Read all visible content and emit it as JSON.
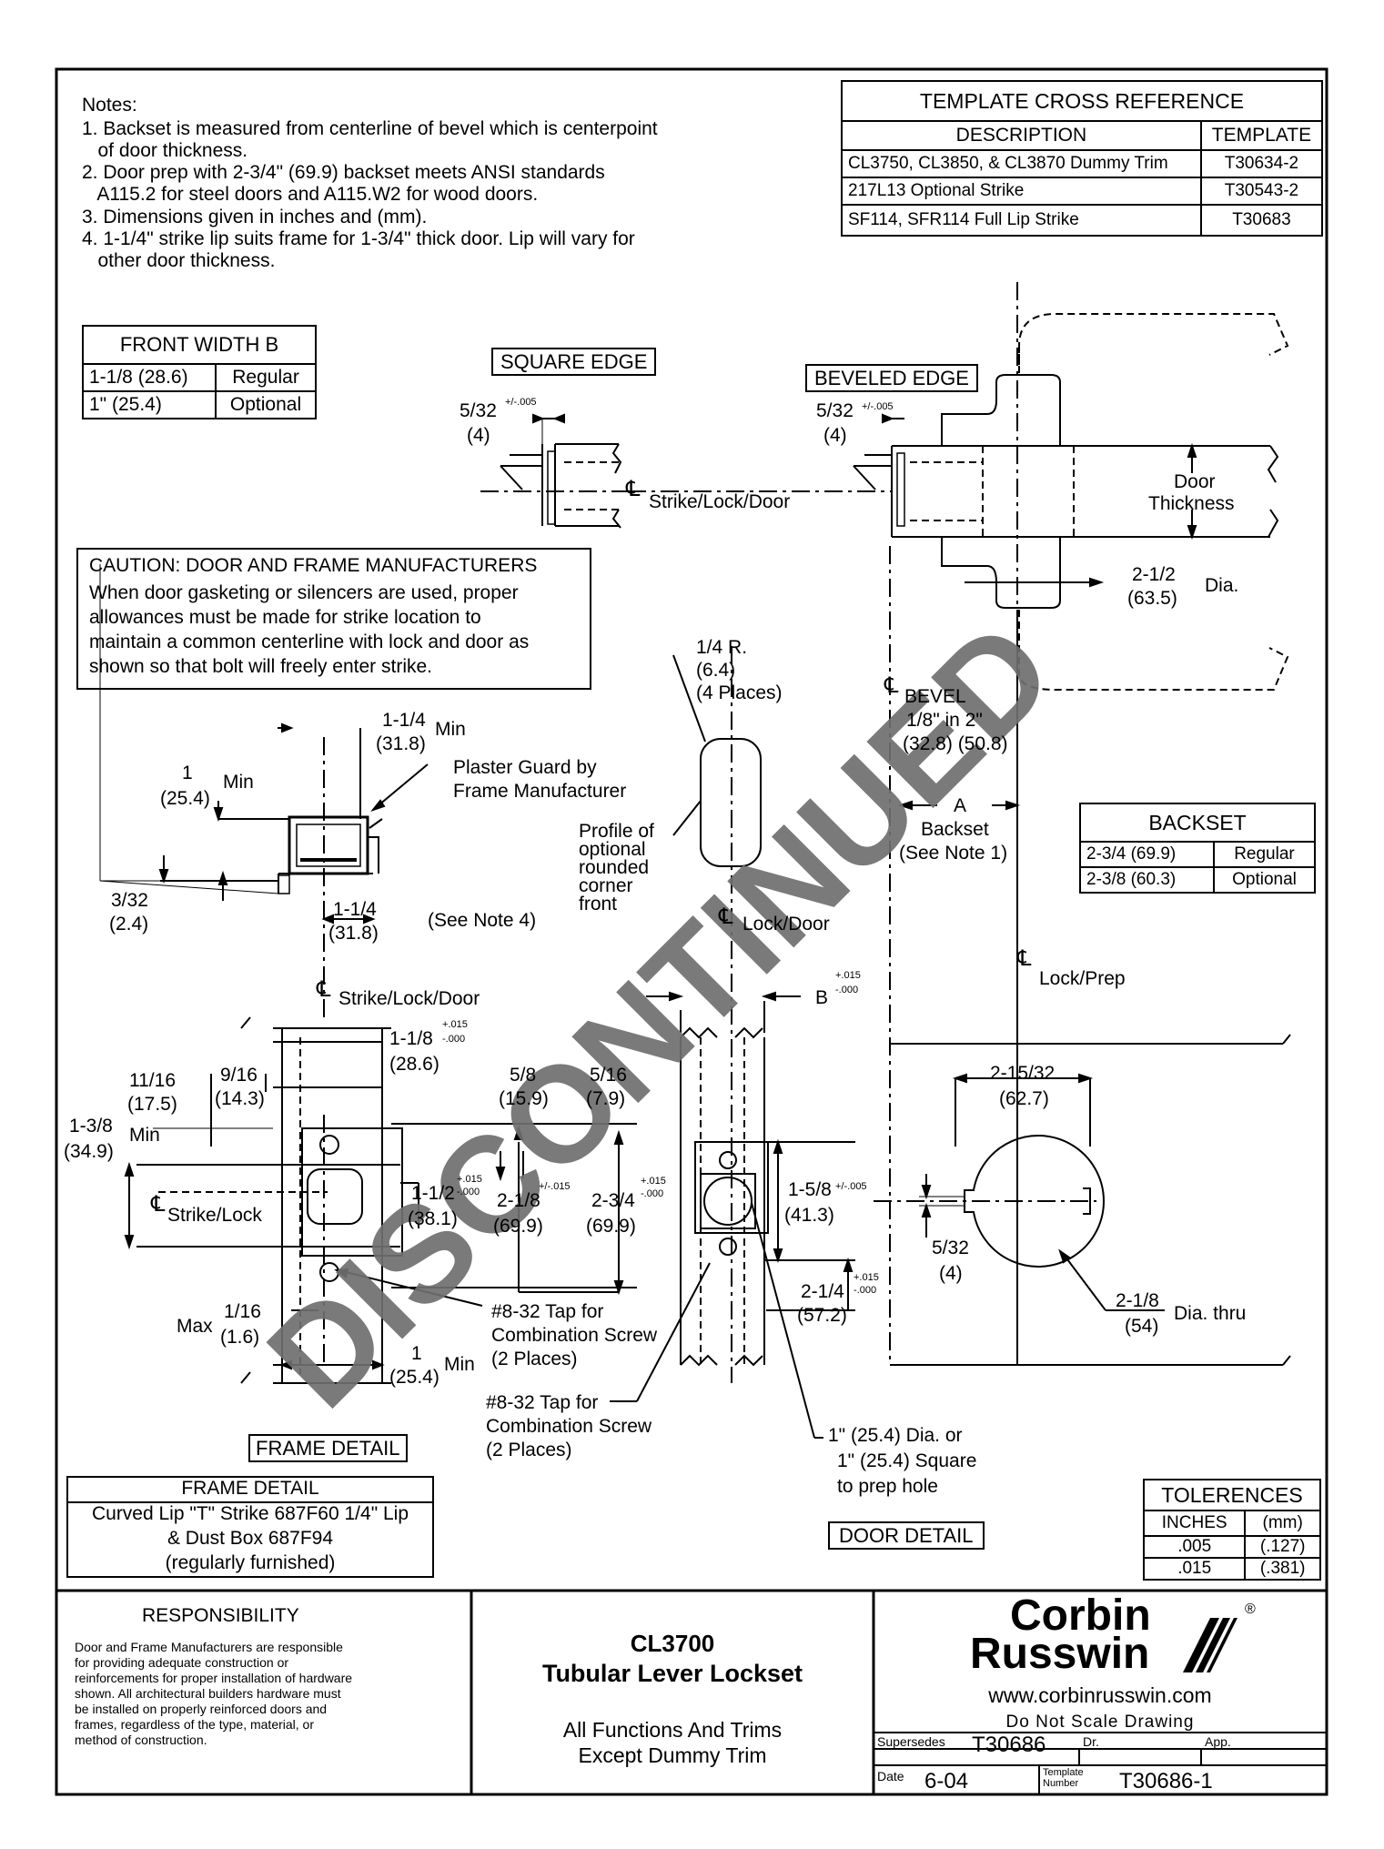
{
  "notes": {
    "heading": "Notes:",
    "lines": [
      "1. Backset is measured from centerline of bevel which is centerpoint",
      "   of door thickness.",
      "2. Door prep with 2-3/4\" (69.9) backset meets ANSI standards",
      "   A115.2 for steel doors and A115.W2 for wood doors.",
      "3. Dimensions given in inches and (mm).",
      "4. 1-1/4\" strike lip suits frame for 1-3/4\" thick door. Lip will vary for",
      "   other door thickness."
    ]
  },
  "template_cross_reference": {
    "title": "TEMPLATE CROSS REFERENCE",
    "headers": [
      "DESCRIPTION",
      "TEMPLATE"
    ],
    "rows": [
      [
        "CL3750, CL3850, & CL3870 Dummy Trim",
        "T30634-2"
      ],
      [
        "217L13 Optional Strike",
        "T30543-2"
      ],
      [
        "SF114, SFR114 Full Lip Strike",
        "T30683"
      ]
    ]
  },
  "front_width": {
    "title": "FRONT WIDTH B",
    "rows": [
      [
        "1-1/8 (28.6)",
        "Regular"
      ],
      [
        "1\" (25.4)",
        "Optional"
      ]
    ]
  },
  "backset_table": {
    "title": "BACKSET",
    "rows": [
      [
        "2-3/4 (69.9)",
        "Regular"
      ],
      [
        "2-3/8 (60.3)",
        "Optional"
      ]
    ]
  },
  "tolerances": {
    "title": "TOLERENCES",
    "headers": [
      "INCHES",
      "(mm)"
    ],
    "rows": [
      [
        ".005",
        "(.127)"
      ],
      [
        ".015",
        "(.381)"
      ]
    ]
  },
  "caution": {
    "title": "CAUTION: DOOR AND FRAME MANUFACTURERS",
    "lines": [
      "When door gasketing or silencers are used, proper",
      "allowances must be made for strike location to",
      "maintain a common centerline with lock and door as",
      "shown so that bolt will freely enter strike."
    ]
  },
  "frame_detail_box": {
    "title": "FRAME DETAIL",
    "lines": [
      "Curved Lip \"T\" Strike 687F60 1/4\" Lip",
      "& Dust Box 687F94",
      "(regularly furnished)"
    ]
  },
  "labels": {
    "square_edge": "SQUARE EDGE",
    "beveled_edge": "BEVELED EDGE",
    "frame_detail": "FRAME DETAIL",
    "door_detail": "DOOR DETAIL",
    "door_thickness": [
      "Door",
      "Thickness"
    ],
    "strike_lock_door": "Strike/Lock/Door",
    "lock_door": "Lock/Door",
    "lock_prep": "Lock/Prep",
    "bevel": "BEVEL",
    "strike_lock": "Strike/Lock",
    "cl_symbol": "℄",
    "discontinued": "DISCONTINUED"
  },
  "dimensions": {
    "sq_532": "5/32",
    "sq_532_tol": "+/-.005",
    "sq_4": "(4)",
    "bv_532": "5/32",
    "bv_532_tol": "+/-.005",
    "bv_4": "(4)",
    "dia_212": "2-1/2",
    "dia_635": "(63.5)",
    "dia_label": "Dia.",
    "r14": "1/4 R.",
    "r64": "(6.4)",
    "r4p": "(4 Places)",
    "bevel_ratio": "1/8\" in 2\"",
    "bevel_mm": "(32.8) (50.8)",
    "backset_a": "A",
    "backset_word": "Backset",
    "backset_note": "(See Note 1)",
    "profile": [
      "Profile of",
      "optional",
      "rounded",
      "corner",
      "front"
    ],
    "d114min": "1-1/4",
    "d318": "(31.8)",
    "min": "Min",
    "d1": "1",
    "d254": "(25.4)",
    "plaster": [
      "Plaster Guard by",
      "Frame Manufacturer"
    ],
    "d332": "3/32",
    "d24": "(2.4)",
    "lip114": "1-1/4",
    "lip318": "(31.8)",
    "see_note4": "(See Note 4)",
    "b_label": "B",
    "b_tol_p": "+.015",
    "b_tol_m": "-.000",
    "f118": "1-1/8",
    "f286": "(28.6)",
    "f118_tp": "+.015",
    "f118_tm": "-.000",
    "f1116": "11/16",
    "f175": "(17.5)",
    "f916": "9/16",
    "f143": "(14.3)",
    "f58": "5/8",
    "f159": "(15.9)",
    "f516": "5/16",
    "f79": "(7.9)",
    "f138": "1-3/8",
    "f349": "(34.9)",
    "f112": "1-1/2",
    "f381": "(38.1)",
    "f112_tp": "+.015",
    "f112_tm": "-.000",
    "f218": "2-1/8",
    "f699a": "(69.9)",
    "f218_t": "+/-.015",
    "f234": "2-3/4",
    "f699b": "(69.9)",
    "f234_tp": "+.015",
    "f234_tm": "-.000",
    "max": "Max",
    "f116": "1/16",
    "f16": "(1.6)",
    "tap1": [
      "#8-32 Tap for",
      "Combination Screw",
      "(2 Places)"
    ],
    "f1min": "1",
    "f254min": "(25.4)",
    "tap2": [
      "#8-32 Tap for",
      "Combination Screw",
      "(2 Places)"
    ],
    "d158": "1-5/8",
    "d413": "(41.3)",
    "d158_t": "+/-.005",
    "d214": "2-1/4",
    "d572": "(57.2)",
    "d214_tp": "+.015",
    "d214_tm": "-.000",
    "hole": [
      "1\" (25.4) Dia. or",
      "1\" (25.4) Square",
      "to prep hole"
    ],
    "d21532": "2-15/32",
    "d627": "(62.7)",
    "d532": "5/32",
    "d4": "(4)",
    "d218": "2-1/8",
    "d54": "(54)",
    "dia_thru": "Dia. thru"
  },
  "title_block": {
    "responsibility_title": "RESPONSIBILITY",
    "responsibility_lines": [
      "Door and Frame Manufacturers are responsible",
      "for providing adequate construction or",
      "reinforcements for proper installation of hardware",
      "shown. All architectural builders hardware must",
      "be installed on properly reinforced doors and",
      "frames, regardless of the type, material, or",
      "method of construction."
    ],
    "model": "CL3700",
    "product": "Tubular Lever Lockset",
    "scope": [
      "All Functions And Trims",
      "Except Dummy Trim"
    ],
    "brand_line1": "Corbin",
    "brand_line2": "Russwin",
    "registered": "®",
    "website": "www.corbinrusswin.com",
    "do_not_scale": "Do Not Scale Drawing",
    "supersedes_label": "Supersedes",
    "supersedes": "T30686",
    "dr_label": "Dr.",
    "app_label": "App.",
    "date_label": "Date",
    "date": "6-04",
    "template_label": [
      "Template",
      "Number"
    ],
    "template_number": "T30686-1"
  }
}
